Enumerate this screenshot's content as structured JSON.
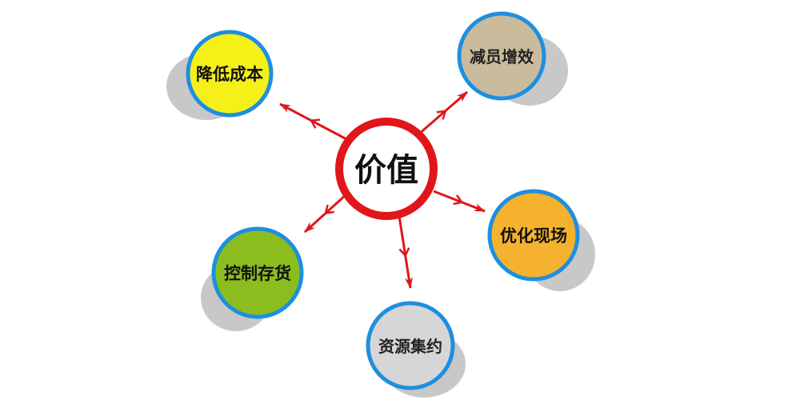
{
  "center": {
    "label": "价值",
    "ring_color": "#e0161b"
  },
  "nodes": [
    {
      "id": "reduce-cost",
      "label": "降低成本",
      "fill": "#f4f018"
    },
    {
      "id": "reduce-staff",
      "label": "减员增效",
      "fill": "#c9bb9c"
    },
    {
      "id": "optimize-site",
      "label": "优化现场",
      "fill": "#f4b22f"
    },
    {
      "id": "resource-intensive",
      "label": "资源集约",
      "fill": "#d6d6d6"
    },
    {
      "id": "control-inventory",
      "label": "控制存货",
      "fill": "#8cbd1f"
    }
  ],
  "colors": {
    "arrow": "#e0161b",
    "node_ring": "#1d8fe0",
    "shadow": "#c8c8c8"
  }
}
